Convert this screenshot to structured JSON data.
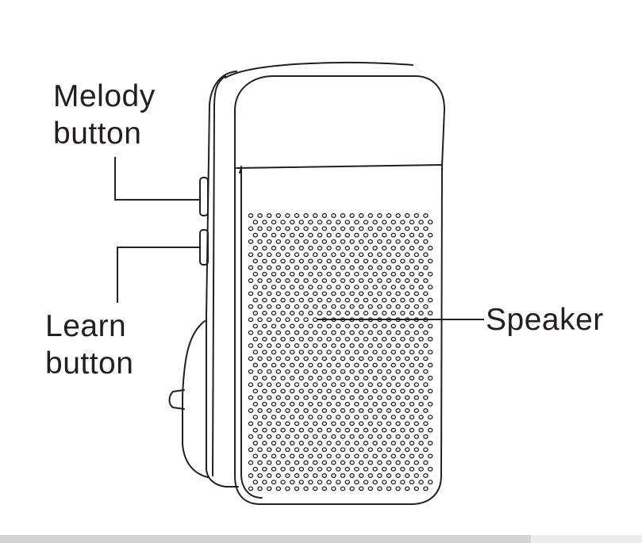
{
  "labels": {
    "melody_button": [
      "Melody",
      "button"
    ],
    "learn_button": [
      "Learn",
      "button"
    ],
    "speaker": "Speaker"
  },
  "colors": {
    "line": "#231f20",
    "background": "#ffffff",
    "bottom_bar": "#d4d4d4"
  }
}
